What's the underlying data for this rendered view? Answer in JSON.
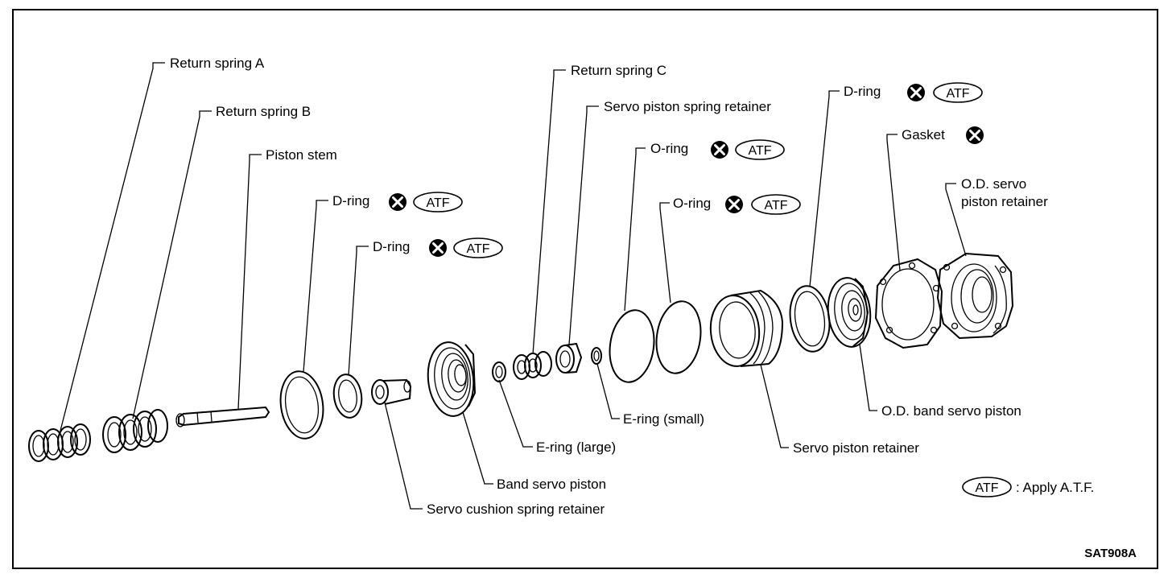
{
  "figure_code": "SAT908A",
  "atf_badge_text": "ATF",
  "legend": {
    "atf_badge": "ATF",
    "text": ": Apply A.T.F."
  },
  "labels": {
    "return_spring_a": "Return spring A",
    "return_spring_b": "Return spring B",
    "piston_stem": "Piston stem",
    "d_ring_1": "D-ring",
    "d_ring_2": "D-ring",
    "return_spring_c": "Return spring C",
    "servo_piston_spring_retainer": "Servo piston spring retainer",
    "o_ring_1": "O-ring",
    "o_ring_2": "O-ring",
    "d_ring_3": "D-ring",
    "gasket": "Gasket",
    "od_servo_piston_retainer_line1": "O.D. servo",
    "od_servo_piston_retainer_line2": "piston retainer",
    "servo_cushion_spring_retainer": "Servo cushion spring retainer",
    "band_servo_piston": "Band servo piston",
    "e_ring_large": "E-ring (large)",
    "e_ring_small": "E-ring (small)",
    "servo_piston_retainer": "Servo piston retainer",
    "od_band_servo_piston": "O.D. band servo piston"
  }
}
